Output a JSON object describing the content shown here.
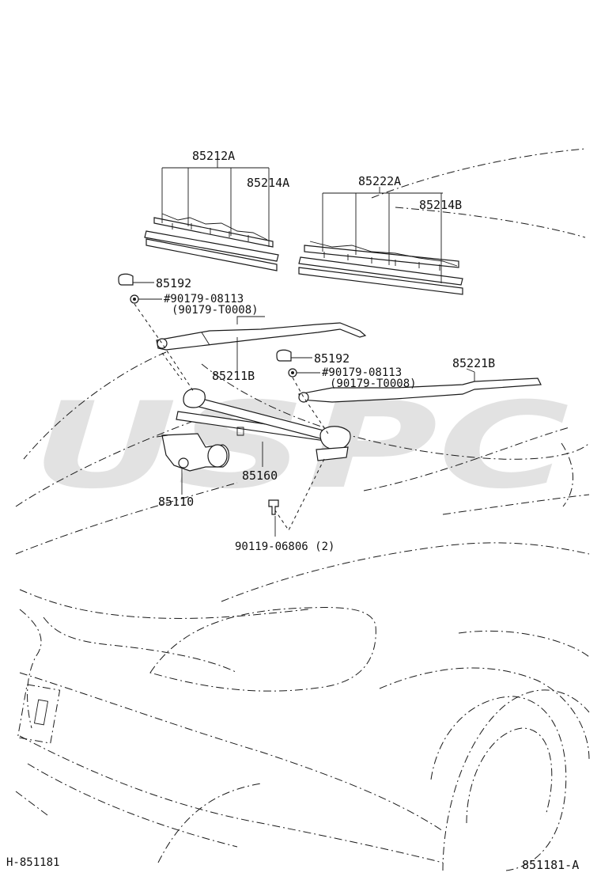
{
  "diagram": {
    "watermark": "USPC",
    "footer": {
      "left_code": "H-851181",
      "right_code": "851181-A"
    },
    "callouts": {
      "blade_assy_lh": "85212A",
      "blade_rubber_lh": "85214A",
      "blade_assy_rh": "85222A",
      "blade_rubber_rh": "85214B",
      "cap_lh": "85192",
      "nut_lh": "#90179-08113",
      "nut_lh_alt": "(90179-T0008)",
      "arm_lh": "85211B",
      "cap_rh": "85192",
      "nut_rh": "#90179-08113",
      "nut_rh_alt": "(90179-T0008)",
      "arm_rh": "85221B",
      "link_assy": "85160",
      "motor": "85110",
      "bolt": "90119-06806 (2)"
    }
  }
}
